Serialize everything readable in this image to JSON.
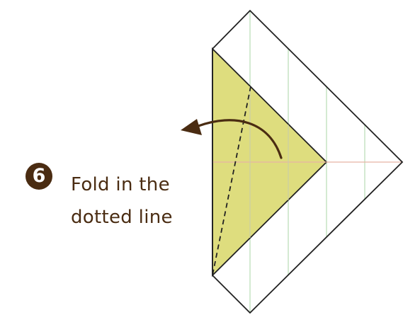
{
  "step": {
    "number": "6",
    "instruction_line1": "Fold in the",
    "instruction_line2": "dotted line"
  },
  "colors": {
    "outline": "#222222",
    "flap_fill": "#dedd7e",
    "grid_line": "#b8dcb4",
    "center_line": "#e8b4a4",
    "arrow": "#4a2c12",
    "badge": "#4a2c12",
    "text": "#4a2c12"
  }
}
